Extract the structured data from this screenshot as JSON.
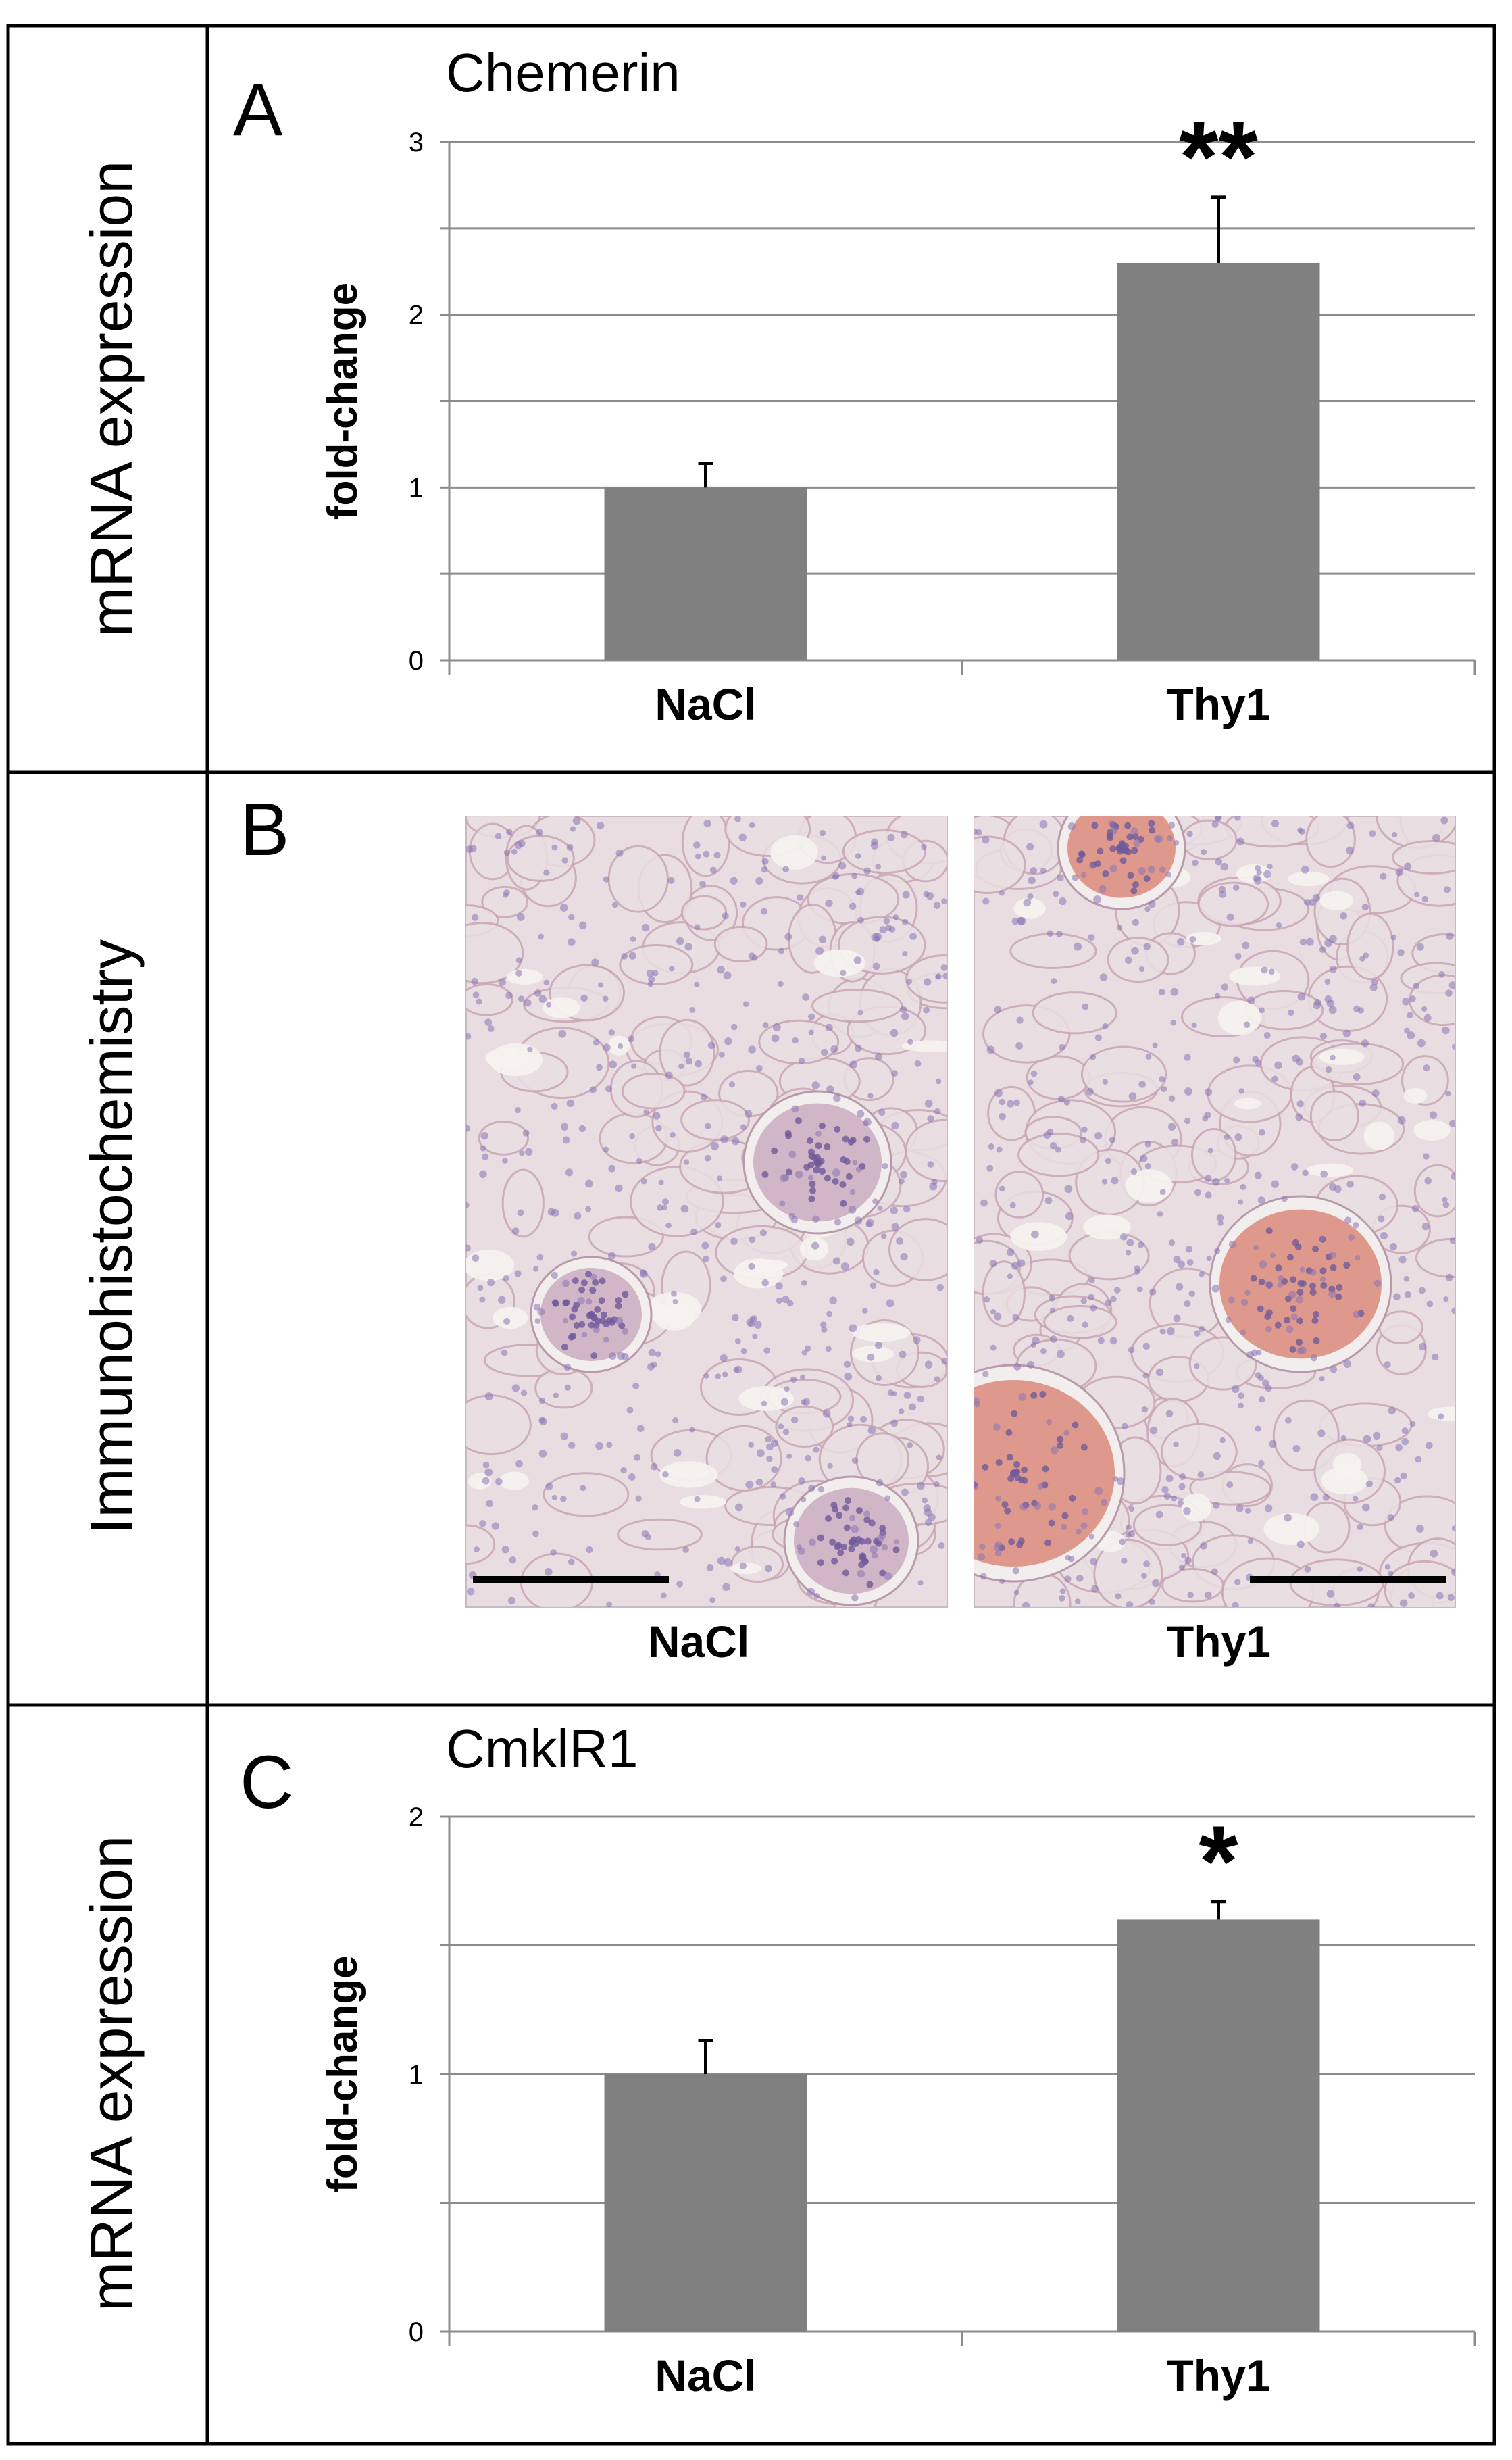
{
  "rows": [
    {
      "side_label": "mRNA expression"
    },
    {
      "side_label": "Immunohistochemistry"
    },
    {
      "side_label": "mRNA expression"
    }
  ],
  "panels": {
    "A": {
      "letter": "A",
      "title": "Chemerin"
    },
    "B": {
      "letter": "B",
      "images": [
        {
          "label": "NaCl"
        },
        {
          "label": "Thy1"
        }
      ]
    },
    "C": {
      "letter": "C",
      "title": "CmklR1"
    }
  },
  "colors": {
    "bar": "#808080",
    "grid": "#8c8c8c",
    "frame": "#000000",
    "tissue_background": "#e9dde2",
    "nuclei": "#8a74b4",
    "stain": "#d6806e"
  },
  "chart_data": [
    {
      "panel": "A",
      "type": "bar",
      "title": "Chemerin",
      "xlabel": "",
      "ylabel": "fold-change",
      "categories": [
        "NaCl",
        "Thy1"
      ],
      "values": [
        1.0,
        2.3
      ],
      "error": [
        0.14,
        0.38
      ],
      "significance": [
        "",
        "**"
      ],
      "ylim": [
        0,
        3
      ],
      "yticks": [
        0,
        1,
        2,
        3
      ],
      "grid_step": 0.5,
      "grid": true
    },
    {
      "panel": "C",
      "type": "bar",
      "title": "CmklR1",
      "xlabel": "",
      "ylabel": "fold-change",
      "categories": [
        "NaCl",
        "Thy1"
      ],
      "values": [
        1.0,
        1.6
      ],
      "error": [
        0.13,
        0.07
      ],
      "significance": [
        "",
        "*"
      ],
      "ylim": [
        0,
        2
      ],
      "yticks": [
        0,
        1,
        2
      ],
      "grid_step": 0.5,
      "grid": true
    }
  ]
}
